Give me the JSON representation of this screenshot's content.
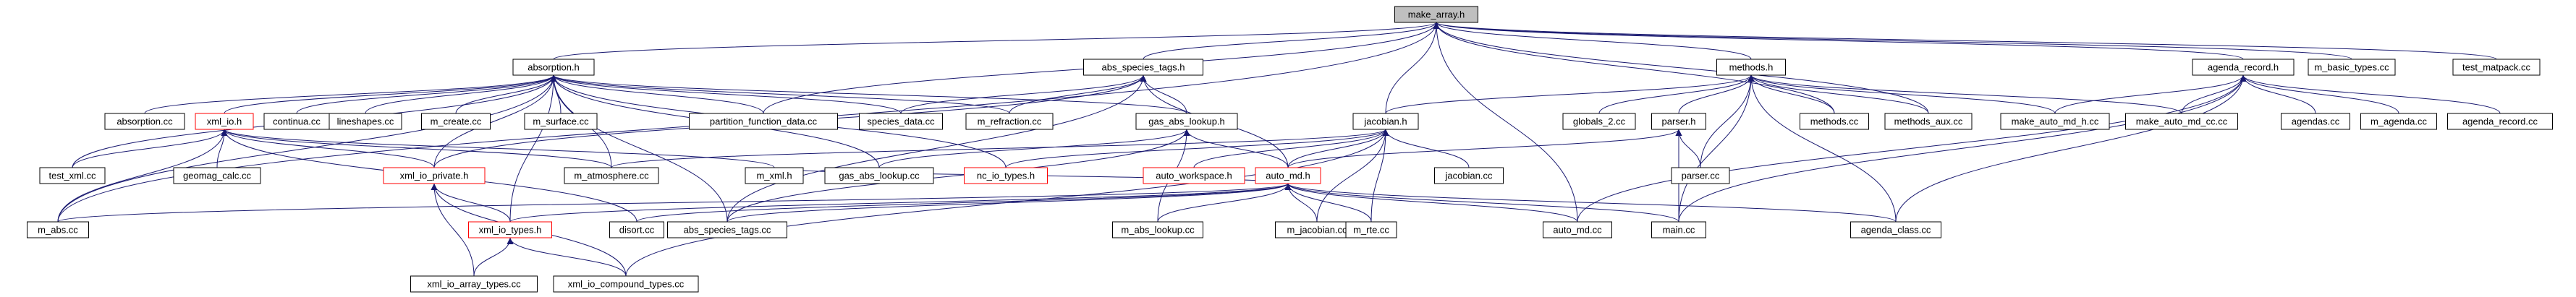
{
  "graph": {
    "edge_color": "#191970",
    "node_border": "#000000",
    "node_border_unresolved": "#ff0000",
    "node_fill": "#ffffff",
    "focus_fill": "#bfbfbf",
    "focus": "make_array.h",
    "nodes": [
      {
        "id": "make_array",
        "label": "make_array.h",
        "kind": "focus"
      },
      {
        "id": "absorption_h",
        "label": "absorption.h",
        "kind": "normal"
      },
      {
        "id": "abs_species_tags_h",
        "label": "abs_species_tags.h",
        "kind": "normal"
      },
      {
        "id": "methods_h",
        "label": "methods.h",
        "kind": "normal"
      },
      {
        "id": "agenda_record_h",
        "label": "agenda_record.h",
        "kind": "normal"
      },
      {
        "id": "m_basic_types",
        "label": "m_basic_types.cc",
        "kind": "normal"
      },
      {
        "id": "test_matpack",
        "label": "test_matpack.cc",
        "kind": "normal"
      },
      {
        "id": "absorption_cc",
        "label": "absorption.cc",
        "kind": "normal"
      },
      {
        "id": "xml_io_h",
        "label": "xml_io.h",
        "kind": "unresolved"
      },
      {
        "id": "continua",
        "label": "continua.cc",
        "kind": "normal"
      },
      {
        "id": "lineshapes",
        "label": "lineshapes.cc",
        "kind": "normal"
      },
      {
        "id": "m_create",
        "label": "m_create.cc",
        "kind": "normal"
      },
      {
        "id": "m_surface",
        "label": "m_surface.cc",
        "kind": "normal"
      },
      {
        "id": "partition",
        "label": "partition_function_data.cc",
        "kind": "normal"
      },
      {
        "id": "species_data",
        "label": "species_data.cc",
        "kind": "normal"
      },
      {
        "id": "m_refraction",
        "label": "m_refraction.cc",
        "kind": "normal"
      },
      {
        "id": "gas_abs_lookup_h",
        "label": "gas_abs_lookup.h",
        "kind": "normal"
      },
      {
        "id": "jacobian_h",
        "label": "jacobian.h",
        "kind": "normal"
      },
      {
        "id": "globals_2",
        "label": "globals_2.cc",
        "kind": "normal"
      },
      {
        "id": "parser_h",
        "label": "parser.h",
        "kind": "normal"
      },
      {
        "id": "methods_cc",
        "label": "methods.cc",
        "kind": "normal"
      },
      {
        "id": "methods_aux",
        "label": "methods_aux.cc",
        "kind": "normal"
      },
      {
        "id": "make_auto_md_h",
        "label": "make_auto_md_h.cc",
        "kind": "normal"
      },
      {
        "id": "make_auto_md_cc",
        "label": "make_auto_md_cc.cc",
        "kind": "normal"
      },
      {
        "id": "agendas",
        "label": "agendas.cc",
        "kind": "normal"
      },
      {
        "id": "m_agenda",
        "label": "m_agenda.cc",
        "kind": "normal"
      },
      {
        "id": "agenda_record_cc",
        "label": "agenda_record.cc",
        "kind": "normal"
      },
      {
        "id": "test_xml",
        "label": "test_xml.cc",
        "kind": "normal"
      },
      {
        "id": "geomag_calc",
        "label": "geomag_calc.cc",
        "kind": "normal"
      },
      {
        "id": "xml_io_private_h",
        "label": "xml_io_private.h",
        "kind": "unresolved"
      },
      {
        "id": "m_atmosphere",
        "label": "m_atmosphere.cc",
        "kind": "normal"
      },
      {
        "id": "m_xml_h",
        "label": "m_xml.h",
        "kind": "normal"
      },
      {
        "id": "gas_abs_lookup_cc",
        "label": "gas_abs_lookup.cc",
        "kind": "normal"
      },
      {
        "id": "nc_io_types_h",
        "label": "nc_io_types.h",
        "kind": "unresolved"
      },
      {
        "id": "auto_workspace_h",
        "label": "auto_workspace.h",
        "kind": "unresolved"
      },
      {
        "id": "auto_md_h",
        "label": "auto_md.h",
        "kind": "unresolved"
      },
      {
        "id": "jacobian_cc",
        "label": "jacobian.cc",
        "kind": "normal"
      },
      {
        "id": "parser_cc",
        "label": "parser.cc",
        "kind": "normal"
      },
      {
        "id": "m_abs",
        "label": "m_abs.cc",
        "kind": "normal"
      },
      {
        "id": "xml_io_types_h",
        "label": "xml_io_types.h",
        "kind": "unresolved"
      },
      {
        "id": "disort",
        "label": "disort.cc",
        "kind": "normal"
      },
      {
        "id": "abs_species_tags_cc",
        "label": "abs_species_tags.cc",
        "kind": "normal"
      },
      {
        "id": "m_abs_lookup",
        "label": "m_abs_lookup.cc",
        "kind": "normal"
      },
      {
        "id": "m_jacobian",
        "label": "m_jacobian.cc",
        "kind": "normal"
      },
      {
        "id": "m_rte",
        "label": "m_rte.cc",
        "kind": "normal"
      },
      {
        "id": "auto_md_cc",
        "label": "auto_md.cc",
        "kind": "normal"
      },
      {
        "id": "main_cc",
        "label": "main.cc",
        "kind": "normal"
      },
      {
        "id": "agenda_class",
        "label": "agenda_class.cc",
        "kind": "normal"
      },
      {
        "id": "xml_io_array_types",
        "label": "xml_io_array_types.cc",
        "kind": "normal"
      },
      {
        "id": "xml_io_compound_types",
        "label": "xml_io_compound_types.cc",
        "kind": "normal"
      }
    ],
    "edges": [
      [
        "absorption_h",
        "make_array"
      ],
      [
        "abs_species_tags_h",
        "make_array"
      ],
      [
        "methods_h",
        "make_array"
      ],
      [
        "agenda_record_h",
        "make_array"
      ],
      [
        "m_basic_types",
        "make_array"
      ],
      [
        "test_matpack",
        "make_array"
      ],
      [
        "jacobian_h",
        "make_array"
      ],
      [
        "partition",
        "make_array"
      ],
      [
        "methods_cc",
        "make_array"
      ],
      [
        "methods_aux",
        "make_array"
      ],
      [
        "auto_md_cc",
        "make_array"
      ],
      [
        "m_abs",
        "make_array"
      ],
      [
        "absorption_cc",
        "absorption_h"
      ],
      [
        "xml_io_h",
        "absorption_h"
      ],
      [
        "continua",
        "absorption_h"
      ],
      [
        "lineshapes",
        "absorption_h"
      ],
      [
        "m_create",
        "absorption_h"
      ],
      [
        "m_surface",
        "absorption_h"
      ],
      [
        "partition",
        "absorption_h"
      ],
      [
        "species_data",
        "absorption_h"
      ],
      [
        "m_refraction",
        "absorption_h"
      ],
      [
        "gas_abs_lookup_h",
        "absorption_h"
      ],
      [
        "m_abs",
        "absorption_h"
      ],
      [
        "abs_species_tags_cc",
        "absorption_h"
      ],
      [
        "m_atmosphere",
        "absorption_h"
      ],
      [
        "test_xml",
        "absorption_h"
      ],
      [
        "xml_io_private_h",
        "absorption_h"
      ],
      [
        "gas_abs_lookup_cc",
        "absorption_h"
      ],
      [
        "nc_io_types_h",
        "absorption_h"
      ],
      [
        "xml_io_types_h",
        "absorption_h"
      ],
      [
        "gas_abs_lookup_h",
        "abs_species_tags_h"
      ],
      [
        "m_refraction",
        "abs_species_tags_h"
      ],
      [
        "species_data",
        "abs_species_tags_h"
      ],
      [
        "auto_md_h",
        "abs_species_tags_h"
      ],
      [
        "abs_species_tags_cc",
        "abs_species_tags_h"
      ],
      [
        "xml_io_private_h",
        "abs_species_tags_h"
      ],
      [
        "globals_2",
        "methods_h"
      ],
      [
        "parser_h",
        "methods_h"
      ],
      [
        "methods_cc",
        "methods_h"
      ],
      [
        "methods_aux",
        "methods_h"
      ],
      [
        "make_auto_md_h",
        "methods_h"
      ],
      [
        "make_auto_md_cc",
        "methods_h"
      ],
      [
        "jacobian_h",
        "methods_h"
      ],
      [
        "agenda_class",
        "methods_h"
      ],
      [
        "main_cc",
        "methods_h"
      ],
      [
        "parser_cc",
        "methods_h"
      ],
      [
        "make_auto_md_h",
        "agenda_record_h"
      ],
      [
        "make_auto_md_cc",
        "agenda_record_h"
      ],
      [
        "agendas",
        "agenda_record_h"
      ],
      [
        "m_agenda",
        "agenda_record_h"
      ],
      [
        "agenda_record_cc",
        "agenda_record_h"
      ],
      [
        "auto_md_cc",
        "agenda_record_h"
      ],
      [
        "main_cc",
        "agenda_record_h"
      ],
      [
        "agenda_class",
        "agenda_record_h"
      ],
      [
        "test_xml",
        "xml_io_h"
      ],
      [
        "geomag_calc",
        "xml_io_h"
      ],
      [
        "xml_io_private_h",
        "xml_io_h"
      ],
      [
        "m_xml_h",
        "xml_io_h"
      ],
      [
        "m_abs",
        "xml_io_h"
      ],
      [
        "m_atmosphere",
        "xml_io_h"
      ],
      [
        "disort",
        "xml_io_h"
      ],
      [
        "gas_abs_lookup_cc",
        "gas_abs_lookup_h"
      ],
      [
        "m_abs_lookup",
        "gas_abs_lookup_h"
      ],
      [
        "auto_md_h",
        "gas_abs_lookup_h"
      ],
      [
        "abs_species_tags_cc",
        "gas_abs_lookup_h"
      ],
      [
        "auto_workspace_h",
        "jacobian_h"
      ],
      [
        "auto_md_h",
        "jacobian_h"
      ],
      [
        "jacobian_cc",
        "jacobian_h"
      ],
      [
        "m_jacobian",
        "jacobian_h"
      ],
      [
        "m_rte",
        "jacobian_h"
      ],
      [
        "nc_io_types_h",
        "jacobian_h"
      ],
      [
        "m_atmosphere",
        "jacobian_h"
      ],
      [
        "xml_io_compound_types",
        "jacobian_h"
      ],
      [
        "auto_md_h",
        "parser_h"
      ],
      [
        "parser_cc",
        "parser_h"
      ],
      [
        "main_cc",
        "parser_h"
      ],
      [
        "xml_io_types_h",
        "xml_io_private_h"
      ],
      [
        "xml_io_array_types",
        "xml_io_private_h"
      ],
      [
        "xml_io_compound_types",
        "xml_io_private_h"
      ],
      [
        "m_abs",
        "auto_md_h"
      ],
      [
        "disort",
        "auto_md_h"
      ],
      [
        "m_abs_lookup",
        "auto_md_h"
      ],
      [
        "m_jacobian",
        "auto_md_h"
      ],
      [
        "m_rte",
        "auto_md_h"
      ],
      [
        "auto_md_cc",
        "auto_md_h"
      ],
      [
        "main_cc",
        "auto_md_h"
      ],
      [
        "agenda_class",
        "auto_md_h"
      ],
      [
        "xml_io_types_h",
        "auto_md_h"
      ],
      [
        "abs_species_tags_cc",
        "auto_md_h"
      ],
      [
        "m_xml_h",
        "auto_md_h"
      ],
      [
        "xml_io_array_types",
        "xml_io_types_h"
      ],
      [
        "xml_io_compound_types",
        "xml_io_types_h"
      ]
    ]
  }
}
